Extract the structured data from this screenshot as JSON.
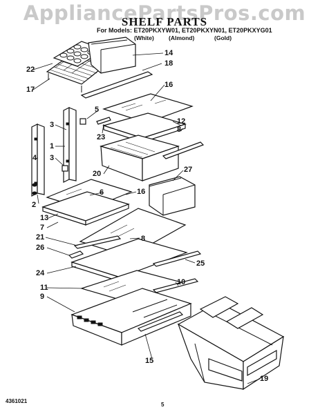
{
  "watermark": "AppliancePartsPros.com",
  "title": "SHELF PARTS",
  "models_line": "For Models: ET20PKXYW01, ET20PKXYN01, ET20PKXYG01",
  "finishes": [
    "(White)",
    "(Almond)",
    "(Gold)"
  ],
  "callouts": [
    "22",
    "14",
    "18",
    "17",
    "16",
    "5",
    "3",
    "23",
    "12",
    "8",
    "1",
    "3",
    "4",
    "20",
    "27",
    "16",
    "6",
    "2",
    "13",
    "7",
    "21",
    "8",
    "26",
    "25",
    "24",
    "10",
    "11",
    "9",
    "15",
    "19"
  ],
  "footer": {
    "part_code": "4361021",
    "page": "5"
  }
}
